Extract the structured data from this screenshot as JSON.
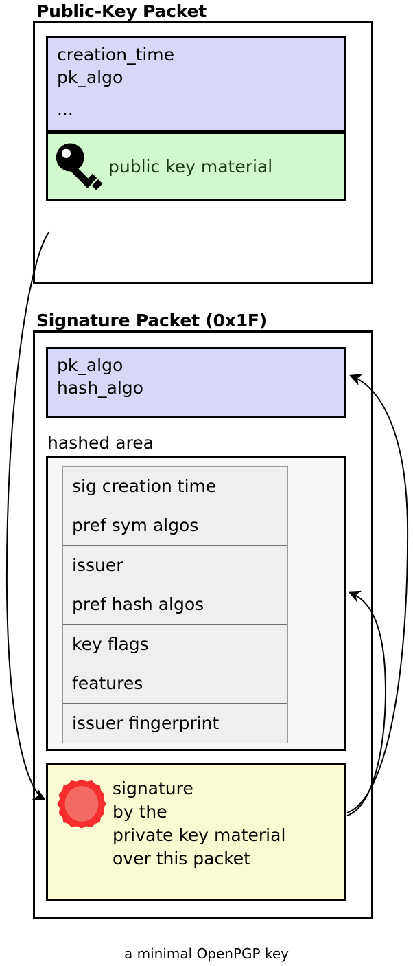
{
  "diagram": {
    "caption": "a minimal OpenPGP key",
    "colors": {
      "metadata_fill": "#d7d7f8",
      "public_material_fill": "#d2f8ce",
      "signature_fill": "#fafad2",
      "hashed_area_fill": "#f7f7f7",
      "subpacket_fill": "#efefef",
      "seal_ring": "#f72d2d",
      "seal_center": "#f26a63",
      "stroke": "#000000"
    }
  },
  "public_key_packet": {
    "title": "Public-Key Packet",
    "metadata": {
      "lines": [
        "creation_time",
        "pk_algo",
        "..."
      ]
    },
    "key_material": {
      "icon": "key-icon",
      "label": "public key material"
    }
  },
  "signature_packet": {
    "title": "Signature Packet (0x1F)",
    "metadata": {
      "lines": [
        "pk_algo",
        "hash_algo"
      ]
    },
    "hashed_area": {
      "label": "hashed area",
      "subpackets": [
        "sig creation time",
        "pref sym algos",
        "issuer",
        "pref hash algos",
        "key flags",
        "features",
        "issuer fingerprint"
      ]
    },
    "signature_value": {
      "icon": "seal-icon",
      "lines": [
        "signature",
        "by the",
        "private key material",
        "over this packet"
      ]
    }
  }
}
